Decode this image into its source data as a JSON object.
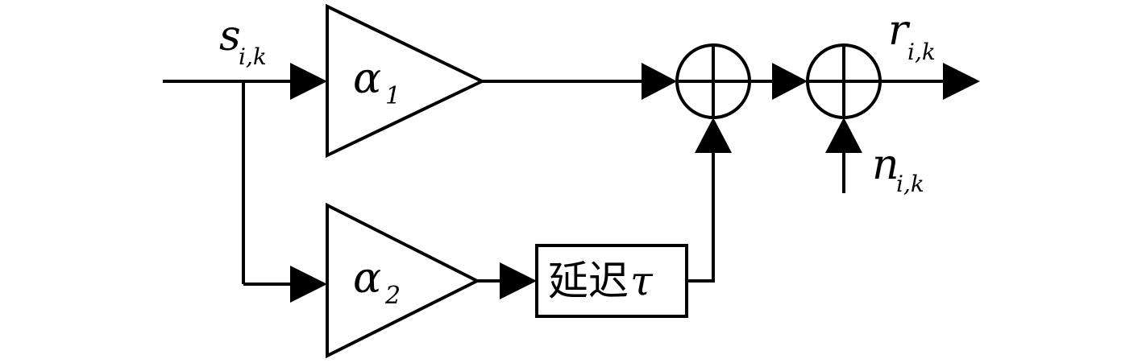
{
  "labels": {
    "input_signal": {
      "base": "s",
      "sub": "i,k"
    },
    "output_signal": {
      "base": "r",
      "sub": "i,k"
    },
    "noise": {
      "base": "n",
      "sub": "i,k"
    },
    "gain_1": {
      "base": "α",
      "sub": "1"
    },
    "gain_2": {
      "base": "α",
      "sub": "2"
    },
    "delay": {
      "text": "延迟",
      "symbol": "τ"
    }
  }
}
